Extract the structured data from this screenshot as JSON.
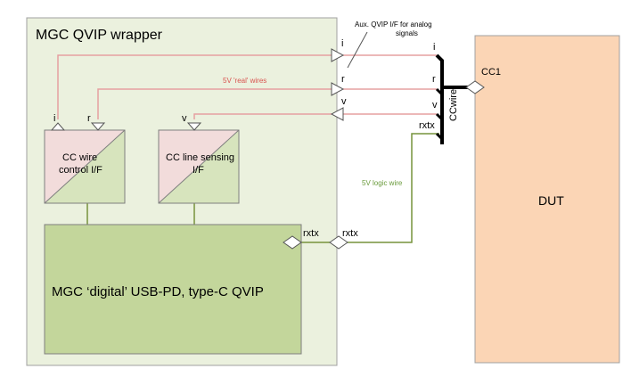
{
  "wrapper": {
    "title": "MGC QVIP wrapper"
  },
  "aux_note": {
    "line1": "Aux. QVIP I/F for analog",
    "line2": "signals"
  },
  "real_wires_label": "5V 'real' wires",
  "logic_wire_label": "5V logic wire",
  "cc_control_block": {
    "line1": "CC wire",
    "line2": "control I/F",
    "port_i": "i",
    "port_r": "r"
  },
  "cc_sense_block": {
    "line1": "CC line sensing",
    "line2": "I/F",
    "port_v": "v"
  },
  "digital_block": {
    "title": "MGC ‘digital’ USB-PD, type-C QVIP",
    "port": "rxtx"
  },
  "wrapper_ports": {
    "i": "i",
    "r": "r",
    "v": "v",
    "rxtx": "rxtx"
  },
  "ccwire": {
    "label": "CCwire",
    "tap_i": "i",
    "tap_r": "r",
    "tap_v": "v",
    "tap_rxtx": "rxtx"
  },
  "dut": {
    "label": "DUT",
    "pin": "CC1"
  },
  "colors": {
    "wrapper_fill": "#ebf1de",
    "digital_fill": "#c3d69b",
    "dut_fill": "#fbd5b5",
    "block_pink": "#f2dcdb",
    "block_green": "#d7e4bd",
    "analog_wire": "#e6a0a0",
    "logic_wire": "#77933c"
  }
}
